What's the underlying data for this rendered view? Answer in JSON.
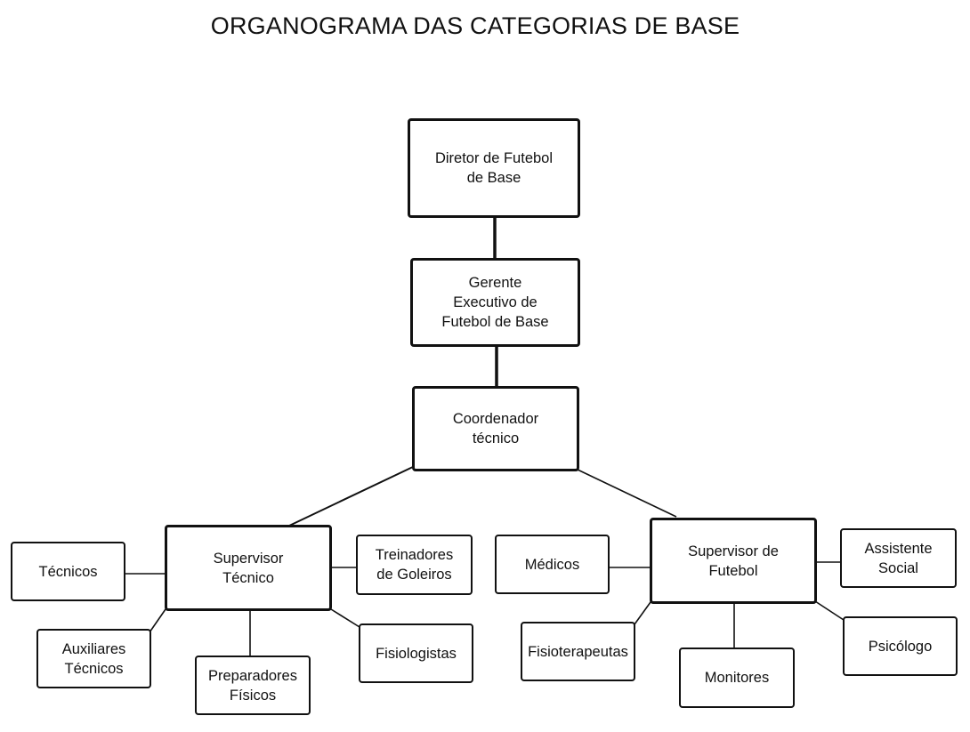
{
  "title": "ORGANOGRAMA DAS CATEGORIAS DE BASE",
  "nodes": {
    "diretor": "Diretor de Futebol\nde Base",
    "gerente": "Gerente\nExecutivo de\nFutebol de Base",
    "coordenador": "Coordenador\ntécnico",
    "supervisor_tecnico": "Supervisor\nTécnico",
    "supervisor_futebol": "Supervisor de\nFutebol",
    "tecnicos": "Técnicos",
    "auxiliares_tecnicos": "Auxiliares\nTécnicos",
    "preparadores_fisicos": "Preparadores\nFísicos",
    "treinadores_goleiros": "Treinadores\nde Goleiros",
    "fisiologistas": "Fisiologistas",
    "medicos": "Médicos",
    "fisioterapeutas": "Fisioterapeutas",
    "monitores": "Monitores",
    "assistente_social": "Assistente\nSocial",
    "psicologo": "Psicólogo"
  }
}
